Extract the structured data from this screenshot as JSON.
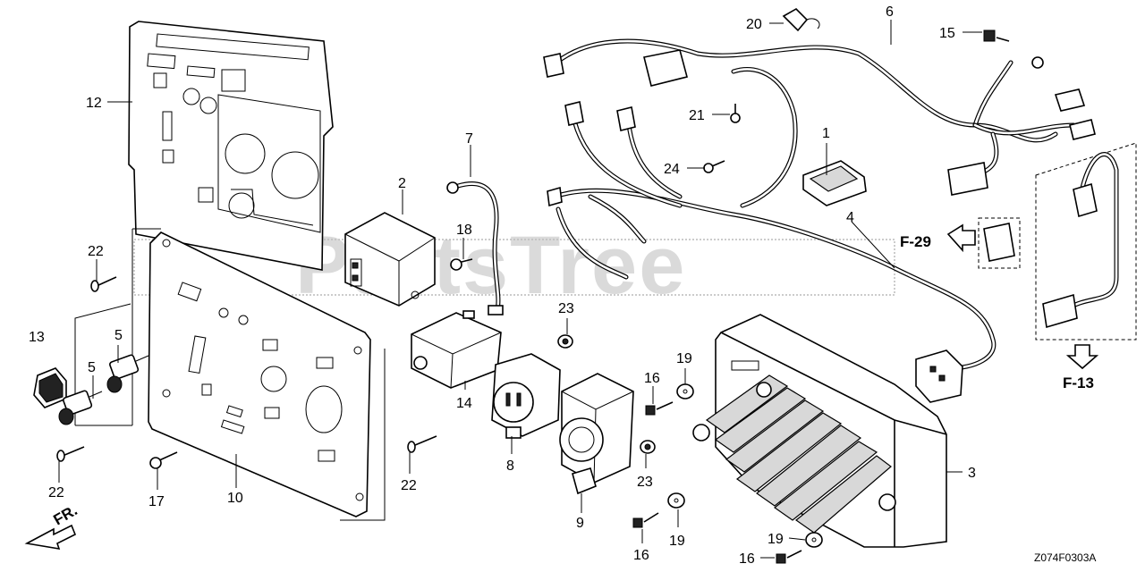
{
  "watermark": "PartsTree",
  "diagram_code": "Z074F0303A",
  "front_arrow_label": "FR.",
  "references": {
    "f29": "F-29",
    "f13": "F-13"
  },
  "callouts": {
    "c1": "1",
    "c2": "2",
    "c3": "3",
    "c4": "4",
    "c5a": "5",
    "c5b": "5",
    "c6": "6",
    "c7": "7",
    "c8": "8",
    "c9": "9",
    "c10": "10",
    "c12": "12",
    "c13": "13",
    "c14": "14",
    "c15": "15",
    "c16a": "16",
    "c16b": "16",
    "c16c": "16",
    "c17": "17",
    "c18": "18",
    "c19a": "19",
    "c19b": "19",
    "c19c": "19",
    "c20": "20",
    "c21": "21",
    "c22a": "22",
    "c22b": "22",
    "c22c": "22",
    "c23a": "23",
    "c23b": "23",
    "c24": "24"
  }
}
